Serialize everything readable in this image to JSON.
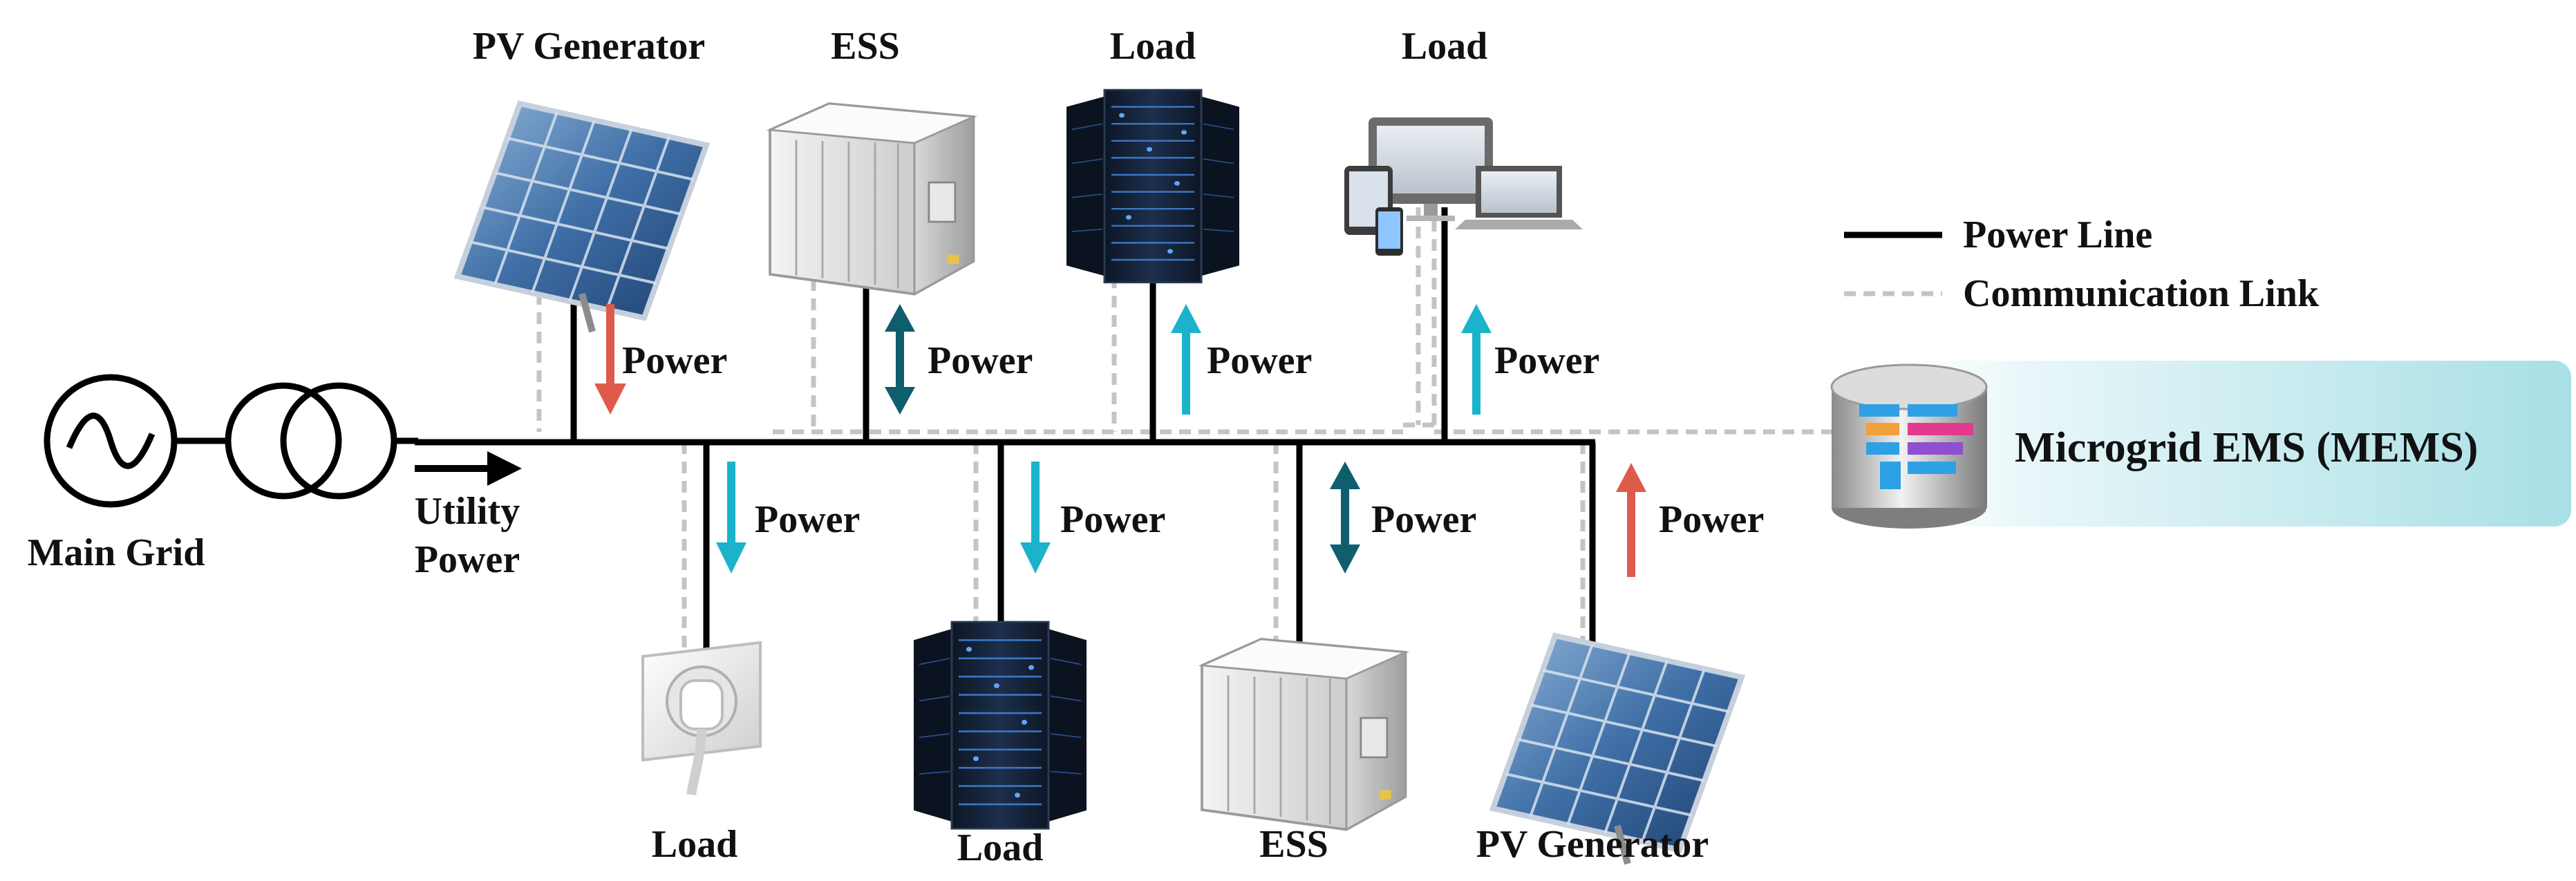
{
  "legend": {
    "power_line": "Power Line",
    "communication_link": "Communication Link"
  },
  "main_grid": "Main Grid",
  "utility_power": [
    "Utility",
    "Power"
  ],
  "mems": "Microgrid EMS (MEMS)",
  "power_label": "Power",
  "top_nodes": [
    {
      "label": "PV Generator",
      "icon": "solar-panel-icon",
      "flow": "to-bus"
    },
    {
      "label": "ESS",
      "icon": "battery-storage-icon",
      "flow": "bidirectional"
    },
    {
      "label": "Load",
      "icon": "server-rack-icon",
      "flow": "from-bus"
    },
    {
      "label": "Load",
      "icon": "computer-devices-icon",
      "flow": "from-bus"
    }
  ],
  "bottom_nodes": [
    {
      "label": "Load",
      "icon": "power-outlet-icon",
      "flow": "from-bus"
    },
    {
      "label": "Load",
      "icon": "server-rack-icon",
      "flow": "from-bus"
    },
    {
      "label": "ESS",
      "icon": "battery-storage-icon",
      "flow": "bidirectional"
    },
    {
      "label": "PV Generator",
      "icon": "solar-panel-icon",
      "flow": "to-bus"
    }
  ],
  "colors": {
    "generation_arrow": "#e05a4b",
    "load_arrow": "#1bb2cc",
    "storage_arrow": "#0e5e6e",
    "mems_banner": "#a8dfe6"
  }
}
